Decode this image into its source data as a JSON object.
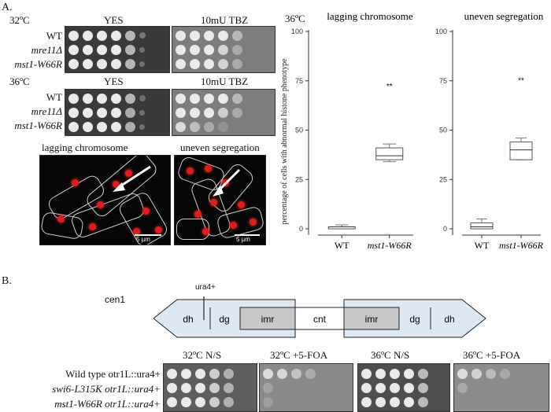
{
  "panel_a": {
    "letter": "A.",
    "temp_32": "32ºC",
    "temp_36": "36ºC",
    "col_yes": "YES",
    "col_tbz": "10mU TBZ",
    "strains": [
      "WT",
      "mre11Δ",
      "mst1-W66R"
    ],
    "micro_labels": [
      "lagging chromosome",
      "uneven segregation"
    ],
    "scale_bar": "5 µm",
    "chart_temp": "36ºC",
    "y_axis_label": "percentage of cells with abnormal histone phenotype"
  },
  "chart_data": [
    {
      "type": "box",
      "title": "lagging chromosome",
      "categories": [
        "WT",
        "mst1-W66R"
      ],
      "ylim": [
        0,
        100
      ],
      "yticks": [
        0,
        25,
        50,
        75,
        100
      ],
      "boxes": [
        {
          "min": 0,
          "q1": 0,
          "median": 1,
          "q3": 1,
          "max": 2
        },
        {
          "min": 34,
          "q1": 35,
          "median": 37,
          "q3": 41,
          "max": 43
        }
      ],
      "annotation": "**"
    },
    {
      "type": "box",
      "title": "uneven segregation",
      "categories": [
        "WT",
        "mst1-W66R"
      ],
      "ylim": [
        0,
        100
      ],
      "yticks": [
        0,
        25,
        50,
        75,
        100
      ],
      "boxes": [
        {
          "min": 0,
          "q1": 0,
          "median": 1,
          "q3": 3,
          "max": 5
        },
        {
          "min": 35,
          "q1": 35,
          "median": 40,
          "q3": 44,
          "max": 46
        }
      ],
      "annotation": "**"
    }
  ],
  "panel_b": {
    "letter": "B.",
    "cen": "cen1",
    "marker": "ura4+",
    "segments_left": [
      "dh",
      "dg",
      "imr"
    ],
    "center": "cnt",
    "segments_right": [
      "imr",
      "dg",
      "dh"
    ],
    "plate_labels": [
      "32ºC N/S",
      "32ºC +5-FOA",
      "36ºC N/S",
      "36ºC +5-FOA"
    ],
    "strains": [
      "Wild type otr1L::ura4+",
      "swi6-L315K otr1L::ura4+",
      "mst1-W66R otr1L::ura4+"
    ]
  }
}
